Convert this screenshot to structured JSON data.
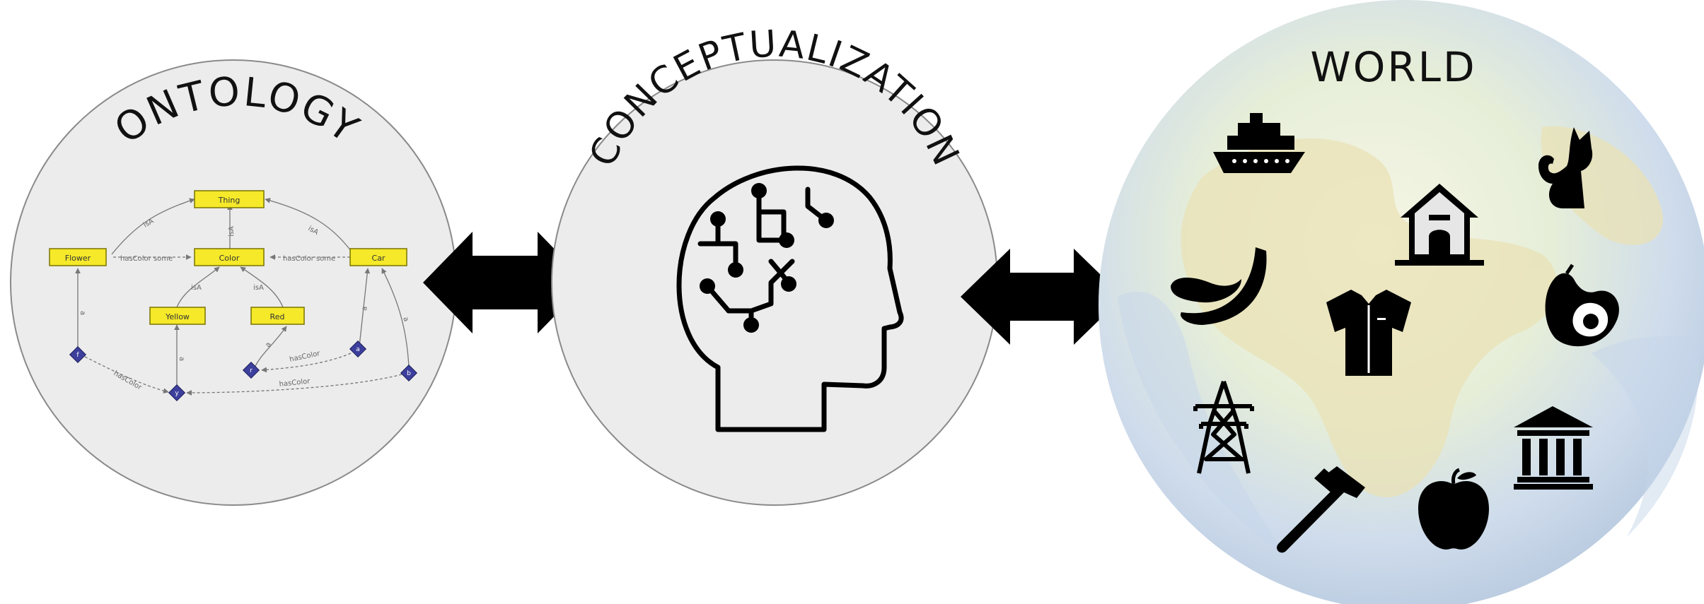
{
  "panels": {
    "ontology_title": "ONTOLOGY",
    "conceptualization_title": "CONCEPTUALIZATION",
    "world_title": "WORLD"
  },
  "ontology_graph": {
    "classes": {
      "thing": "Thing",
      "flower": "Flower",
      "color": "Color",
      "car": "Car",
      "yellow": "Yellow",
      "red": "Red"
    },
    "individuals": {
      "f": "f",
      "y": "y",
      "r": "r",
      "a": "a",
      "b": "b"
    },
    "edge_labels": {
      "isa": "isA",
      "has_color_some": "hasColor some",
      "has_color": "hasColor",
      "instance": "a"
    }
  },
  "world_icons": [
    "ship-icon",
    "cat-icon",
    "house-icon",
    "banana-icon",
    "shirt-icon",
    "avocado-icon",
    "power-tower-icon",
    "bank-icon",
    "hammer-icon",
    "apple-icon"
  ],
  "colors": {
    "panel_fill": "#ececec",
    "panel_stroke": "#8a8a8a",
    "class_fill": "#f5e92a",
    "individual_fill": "#3c3f9c",
    "arrow": "#000000"
  }
}
